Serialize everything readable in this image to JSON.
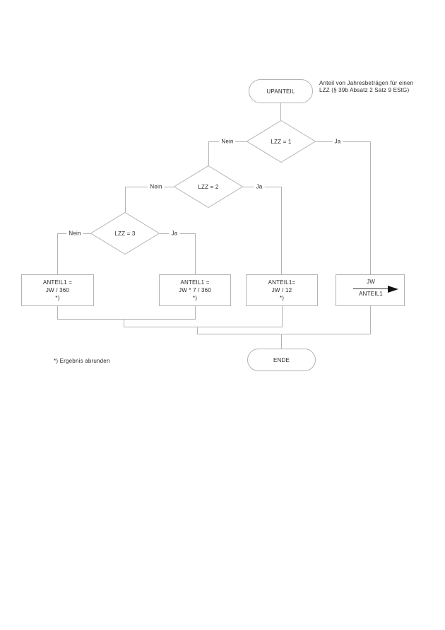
{
  "colors": {
    "line": "#b3b3b3",
    "text": "#2b2b2b",
    "arrow": "#111111"
  },
  "start": {
    "label": "UPANTEIL"
  },
  "annotation": {
    "line1": "Anteil von Jahresbeträgen für einen",
    "line2": "LZZ (§ 39b Absatz 2 Satz 9 EStG)"
  },
  "decisions": [
    {
      "label": "LZZ = 1"
    },
    {
      "label": "LZZ = 2"
    },
    {
      "label": "LZZ = 3"
    }
  ],
  "edge_labels": {
    "yes": "Ja",
    "no": "Nein"
  },
  "processes": [
    {
      "line1": "ANTEIL1 =",
      "line2": "JW / 360",
      "line3": "*)"
    },
    {
      "line1": "ANTEIL1 =",
      "line2": "JW * 7 / 360",
      "line3": "*)"
    },
    {
      "line1": "ANTEIL1=",
      "line2": "JW / 12",
      "line3": "*)"
    }
  ],
  "assignment": {
    "source": "JW",
    "target": "ANTEIL1"
  },
  "end": {
    "label": "ENDE"
  },
  "footnote": "*) Ergebnis abrunden"
}
